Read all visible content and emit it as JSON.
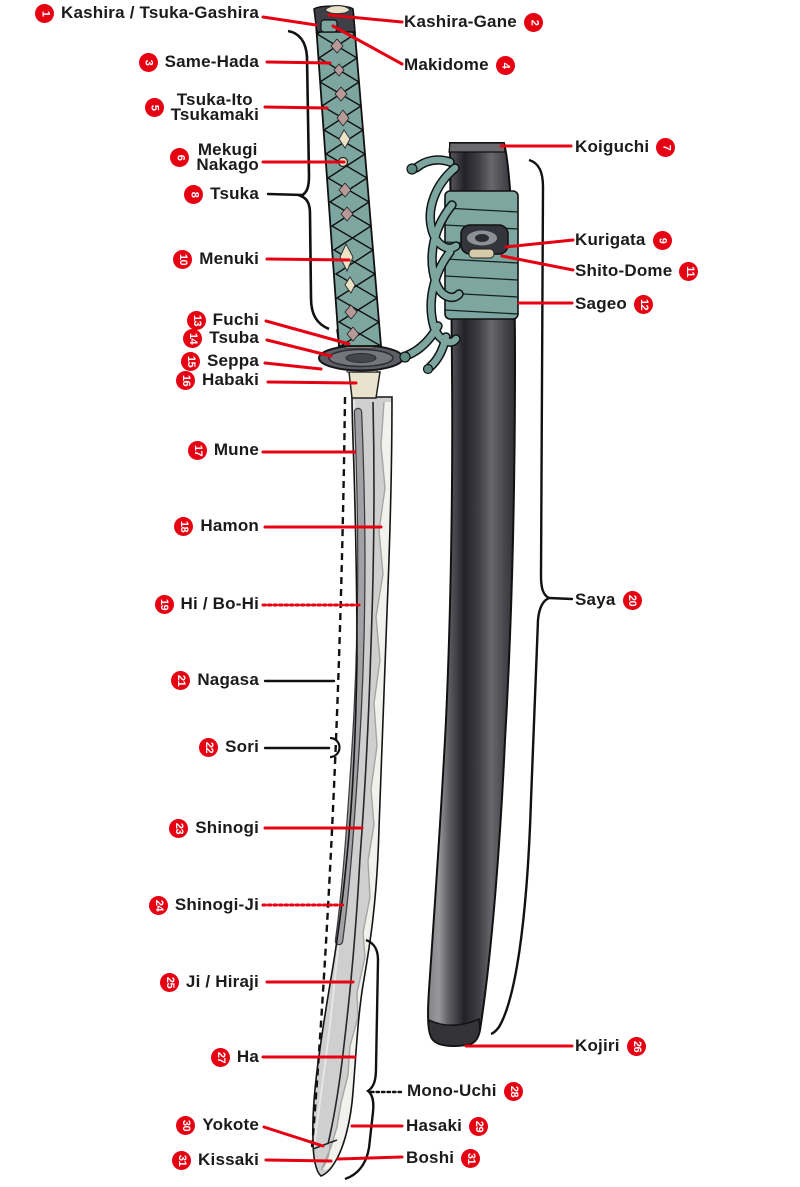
{
  "colors": {
    "accent_red": "#e60012",
    "text": "#1b1b1b",
    "tsuka_teal": "#7da6a0",
    "same_pink": "#b59a98",
    "menuki_cream": "#ece4c6",
    "saya_dark": "#2b2b31",
    "blade_gray": "#cfcfd0"
  },
  "labels": [
    {
      "num": "1",
      "text": "Kashira / Tsuka-Gashira"
    },
    {
      "num": "2",
      "text": "Kashira-Gane"
    },
    {
      "num": "3",
      "text": "Same-Hada"
    },
    {
      "num": "4",
      "text": "Makidome"
    },
    {
      "num": "5",
      "text": "Tsuka-Ito",
      "text2": "Tsukamaki"
    },
    {
      "num": "6",
      "text": "Mekugi",
      "text2": "Nakago"
    },
    {
      "num": "7",
      "text": "Koiguchi"
    },
    {
      "num": "8",
      "text": "Tsuka"
    },
    {
      "num": "9",
      "text": "Kurigata"
    },
    {
      "num": "10",
      "text": "Menuki"
    },
    {
      "num": "11",
      "text": "Shito-Dome"
    },
    {
      "num": "12",
      "text": "Sageo"
    },
    {
      "num": "13",
      "text": "Fuchi"
    },
    {
      "num": "14",
      "text": "Tsuba"
    },
    {
      "num": "15",
      "text": "Seppa"
    },
    {
      "num": "16",
      "text": "Habaki"
    },
    {
      "num": "17",
      "text": "Mune"
    },
    {
      "num": "18",
      "text": "Hamon"
    },
    {
      "num": "19",
      "text": "Hi / Bo-Hi"
    },
    {
      "num": "20",
      "text": "Saya"
    },
    {
      "num": "21",
      "text": "Nagasa"
    },
    {
      "num": "22",
      "text": "Sori"
    },
    {
      "num": "23",
      "text": "Shinogi"
    },
    {
      "num": "24",
      "text": "Shinogi-Ji"
    },
    {
      "num": "25",
      "text": "Ji / Hiraji"
    },
    {
      "num": "26",
      "text": "Kojiri"
    },
    {
      "num": "27",
      "text": "Ha"
    },
    {
      "num": "28",
      "text": "Mono-Uchi"
    },
    {
      "num": "29",
      "text": "Hasaki"
    },
    {
      "num": "30",
      "text": "Yokote"
    },
    {
      "num": "31",
      "text": "Kissaki"
    },
    {
      "num": "31",
      "text": "Boshi"
    }
  ]
}
